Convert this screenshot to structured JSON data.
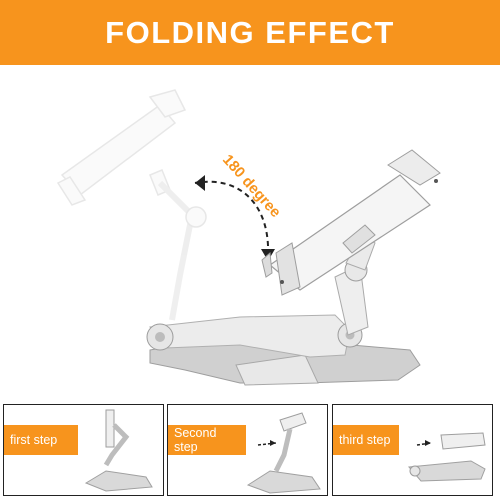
{
  "banner": {
    "title": "FOLDING EFFECT",
    "background_color": "#f7941d"
  },
  "figure": {
    "rotation_label": "180 degree",
    "accent_color": "#f7941d"
  },
  "steps": [
    {
      "label": "first step"
    },
    {
      "label": "Second step"
    },
    {
      "label": "third step"
    }
  ]
}
